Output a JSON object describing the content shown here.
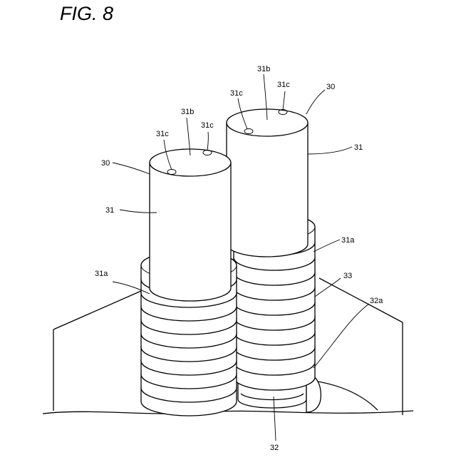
{
  "figure": {
    "title": "FIG. 8"
  },
  "labels": {
    "l30_left": "30",
    "l31c_left_a": "31c",
    "l31b_left": "31b",
    "l31c_left_b": "31c",
    "l31_left": "31",
    "l31a_left": "31a",
    "l31b_right": "31b",
    "l31c_right_a": "31c",
    "l31c_right_b": "31c",
    "l30_right": "30",
    "l31_right": "31",
    "l31a_right": "31a",
    "l33": "33",
    "l32a": "32a",
    "l32": "32"
  }
}
